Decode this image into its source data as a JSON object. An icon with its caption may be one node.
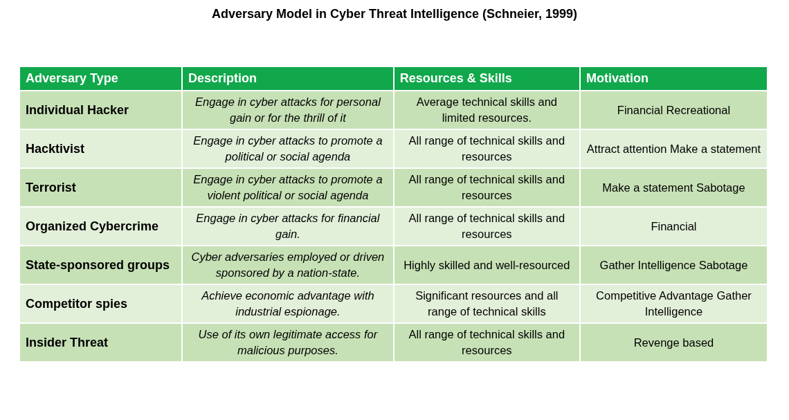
{
  "diagram": {
    "title": "Adversary Model in Cyber Threat Intelligence (Schneier, 1999)",
    "labels": [
      "Adversary Type",
      "Description",
      "Resources & Skills",
      "Motivation",
      "Individual Hacker",
      "Engage in cyber attacks for personal gain or for the thrill of it",
      "Average technical skills and limited resources.",
      "Financial Recreational",
      "Hacktivist",
      "Engage in cyber attacks to promote a political or social agenda",
      "All range of technical skills and resources",
      "Attract attention Make a statement",
      "Terrorist",
      "Engage in cyber attacks to promote a violent political or social agenda",
      "All range of technical skills and resources",
      "Make a statement Sabotage",
      "Organized Cybercrime",
      "Engage in cyber attacks for financial gain.",
      "All range of technical skills and resources",
      "Financial",
      "State-sponsored groups",
      "Cyber adversaries employed or driven sponsored by a nation-state.",
      "Highly skilled and well-resourced",
      "Gather Intelligence Sabotage",
      "Competitor spies",
      "Achieve economic advantage with industrial espionage.",
      "Significant resources and all range of technical skills",
      "Competitive Advantage Gather Intelligence",
      "Insider Threat",
      "Use of its own legitimate access for malicious purposes.",
      "All range of technical skills and resources",
      "Revenge based"
    ]
  }
}
